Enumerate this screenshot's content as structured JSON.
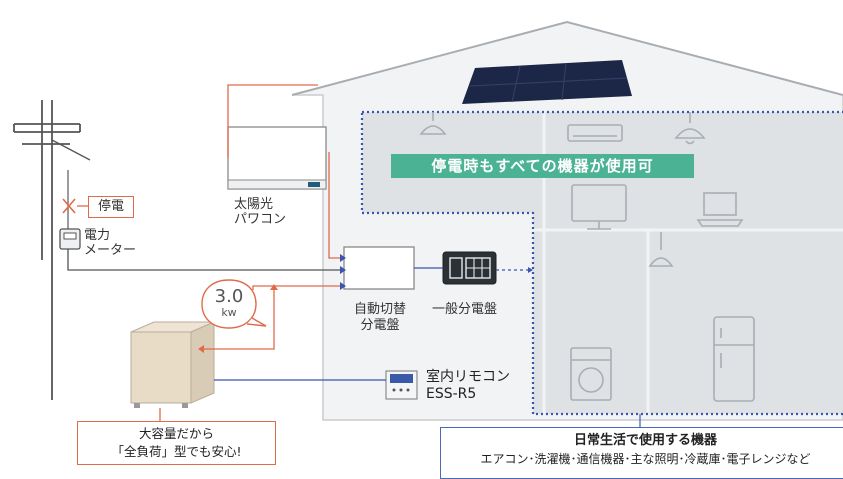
{
  "banner": "停電時もすべての機器が使用可",
  "outage": "停電",
  "meter": {
    "line1": "電力",
    "line2": "メーター"
  },
  "inverter": {
    "line1": "太陽光",
    "line2": "パワコン"
  },
  "auto_panel": {
    "line1": "自動切替",
    "line2": "分電盤"
  },
  "general_panel": "一般分電盤",
  "power": {
    "value": "3.0",
    "unit": "kw"
  },
  "remote": {
    "line1": "室内リモコン",
    "line2": "ESS-R5"
  },
  "capacity_note": {
    "line1": "大容量だから",
    "line2": "「全負荷」型でも安心!"
  },
  "devices": {
    "title": "日常生活で使用する機器",
    "list": "エアコン･洗濯機･通信機器･主な照明･冷蔵庫･電子レンジなど"
  },
  "colors": {
    "red_line": "#e06a4a",
    "blue_line": "#4a6ab5",
    "banner": "#4bb394",
    "house_wall": "#f2f3f4",
    "room_fill": "#dfe2e5",
    "solar_panel": "#1c2748"
  }
}
